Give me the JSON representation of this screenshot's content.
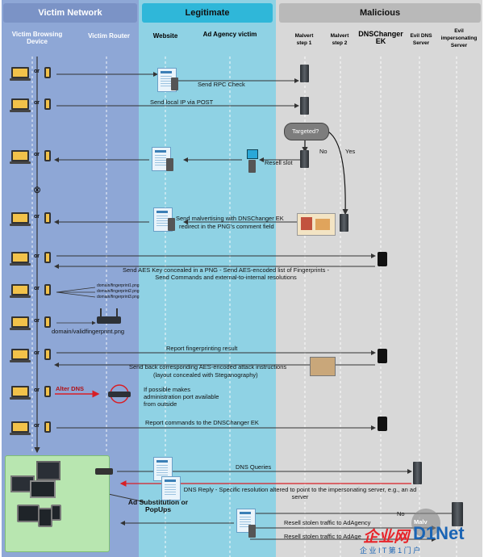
{
  "columns": {
    "victim": {
      "label": "Victim Network",
      "color": "#8ea7d6",
      "header_color": "#7b93c6"
    },
    "legit": {
      "label": "Legitimate",
      "color": "#8fd2e4",
      "header_color": "#2fb7d9"
    },
    "mal": {
      "label": "Malicious",
      "color": "#d8d8d8",
      "header_color": "#b9b9b9"
    }
  },
  "subheaders": {
    "browsing_device": "Victim Browsing Device",
    "router": "Victim Router",
    "website": "Website",
    "ad_agency": "Ad Agency victim",
    "malvert1": "Malvert step 1",
    "malvert2": "Malvert step 2",
    "dnschanger": "DNSChanger EK",
    "evil_dns": "Evil DNS Server",
    "evil_imp": "Evil impersonating Server"
  },
  "or_label": "or",
  "messages": {
    "m1": "Send RPC Check",
    "m2": "Send local IP via POST",
    "targeted": "Targeted?",
    "no": "No",
    "yes": "Yes",
    "m3": "Resell slot",
    "m4a": "Send malvertising with DNSChanger EK",
    "m4b": "redirect in the PNG's comment field",
    "m5": "Send AES Key concealed in a PNG - Send AES-encoded list of Fingerprints - Send Commands and external-to-internal resolutions",
    "fp1": "domain/fingerprint1.png",
    "fp2": "domain/fingerprint2.png",
    "fp3": "domain/fingerprint3.png",
    "fp_valid": "domain/validfingerprint.png",
    "m6": "Report fingerprinting result",
    "m7a": "Send back corresponding AES-encoded attack instructions",
    "m7b": "(layout concealed with Steganography)",
    "alter_dns": "Alter DNS",
    "admin_note": "If possible makes administration port available from outside",
    "m8": "Report commands to the DNSChanger EK",
    "m9": "DNS Queries",
    "m10": "DNS Reply - Specific resolution altered to point to the impersonating server, e.g., an ad server",
    "ad_sub": "Ad Substitution or PopUps",
    "no2": "No",
    "m11": "Resell stolen traffic to AdAgency",
    "m12": "Resell stolen traffic to AdAge",
    "malv_label": "Malv",
    "stop_icon": "⊗"
  },
  "watermark": {
    "title_a": "企业网",
    "title_b": "D1Net",
    "tagline": "企 业 I T 第 1 门 户",
    "color_a": "#e8242a",
    "color_b": "#1a64b4"
  },
  "colors": {
    "arrow": "#333333",
    "red_arrow": "#d81f26",
    "yes_no_arrow": "#111111"
  }
}
